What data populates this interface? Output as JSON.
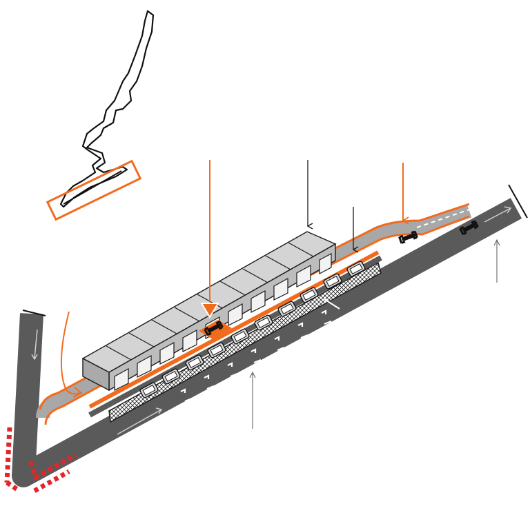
{
  "diagram": {
    "colors": {
      "track": "#5a5a5a",
      "accent": "#f26b1d",
      "pitlane": "#a8a8a8",
      "kerb_red": "#e3242b",
      "garage_fill": "#c9c9c9",
      "outline": "#1a1a1a",
      "background": "#ffffff"
    },
    "icons": {
      "circuit_map": "circuit-outline-icon",
      "car": "racing-car-icon",
      "direction": "direction-arrow-icon"
    },
    "counts": {
      "garages": 10,
      "pit_boxes": 10,
      "cars": 3
    }
  }
}
